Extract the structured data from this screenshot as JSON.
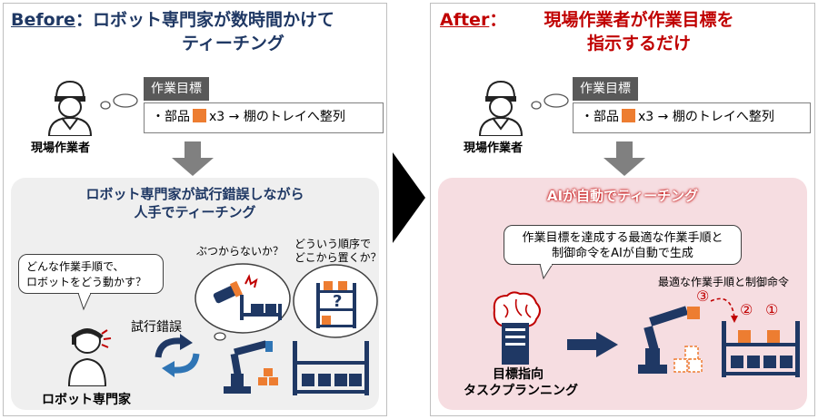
{
  "before": {
    "title_word": "Before",
    "title_line1": "：ロボット専門家が数時間かけて",
    "title_line2": "ティーチング",
    "goal_tag": "作業目標",
    "goal_bullet": "・部品",
    "goal_rest": "x3 → 棚のトレイへ整列",
    "worker_label": "現場作業者",
    "expert_heading_line1": "ロボット専門家が試行錯誤しながら",
    "expert_heading_line2": "人手でティーチング",
    "question_line1": "どんな作業手順で、",
    "question_line2": "ロボットをどう動かす？",
    "thought_collision": "ぶつからないか？",
    "thought_order_line1": "どういう順序で",
    "thought_order_line2": "どこから置くか？",
    "trial_label": "試行錯誤",
    "expert_label": "ロボット専門家"
  },
  "after": {
    "title_word": "After",
    "title_colon": "：",
    "title_line1": "現場作業者が作業目標を",
    "title_line2": "指示するだけ",
    "goal_tag": "作業目標",
    "goal_bullet": "・部品",
    "goal_rest": "x3 → 棚のトレイへ整列",
    "worker_label": "現場作業者",
    "ai_heading": "AIが自動でティーチング",
    "ai_note_line1": "作業目標を達成する最適な作業手順と",
    "ai_note_line2": "制御命令をAIが自動で生成",
    "optimal_label": "最適な作業手順と制御命令",
    "step_numbers": [
      "③",
      "②",
      "①"
    ],
    "planner_label_line1": "目標指向",
    "planner_label_line2": "タスクプランニング"
  },
  "colors": {
    "navy": "#1f3864",
    "red": "#c00000",
    "orange": "#ed7d31",
    "gray_area": "#efefef",
    "pink_area": "#f6dde1",
    "dark_tag": "#595959"
  }
}
